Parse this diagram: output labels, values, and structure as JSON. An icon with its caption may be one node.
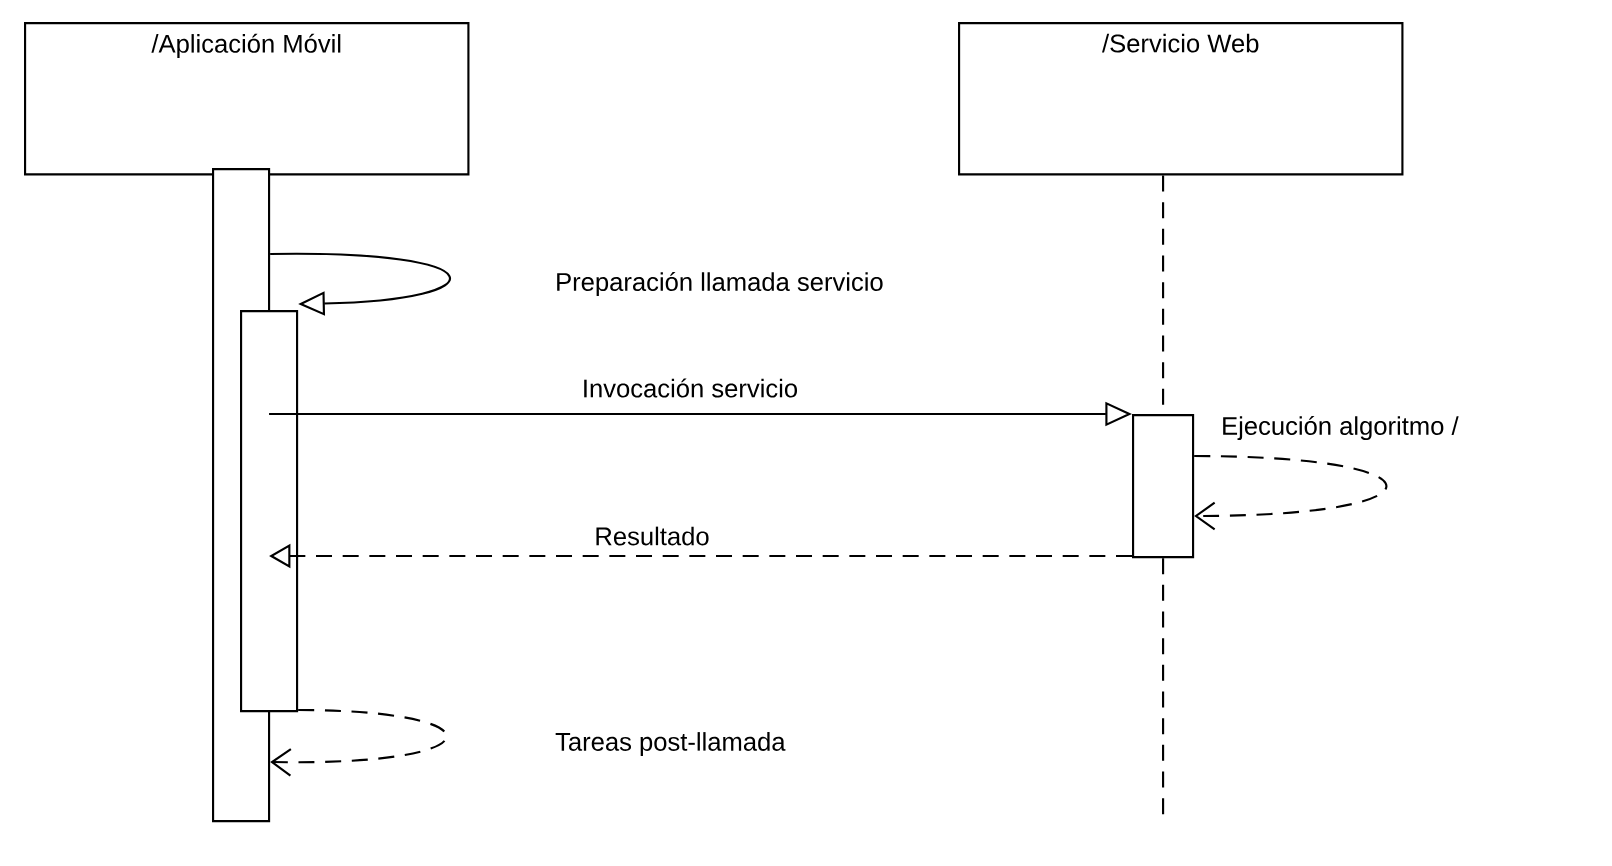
{
  "diagram": {
    "nodes": [
      {
        "text": [
          "/Aplicación Móvil"
        ]
      },
      {
        "text": [
          "/Servicio Web"
        ]
      },
      {
        "text": [],
        "shape": "bar"
      },
      {
        "text": [],
        "shape": "bar"
      },
      {
        "text": [],
        "shape": "bar"
      }
    ],
    "edges": [
      {
        "from": 1,
        "to": 4,
        "arrow": "none",
        "style": "dashed"
      },
      {
        "from": 4,
        "to": null,
        "arrow": "none",
        "style": "dashed"
      },
      {
        "from": 2,
        "to": 3,
        "arrow": "to",
        "label": "Preparación llamada servicio"
      },
      {
        "from": 3,
        "to": 4,
        "arrow": "to",
        "label": "Invocación servicio"
      },
      {
        "from": 4,
        "to": 4,
        "arrow": "to",
        "label": "Ejecución algoritmo /",
        "style": "dashed"
      },
      {
        "from": 4,
        "to": 3,
        "arrow": "to",
        "label": "Resultado",
        "style": "dashed"
      },
      {
        "from": 3,
        "to": 2,
        "arrow": "to",
        "label": "Tareas post-llamada",
        "style": "dashed"
      }
    ]
  }
}
